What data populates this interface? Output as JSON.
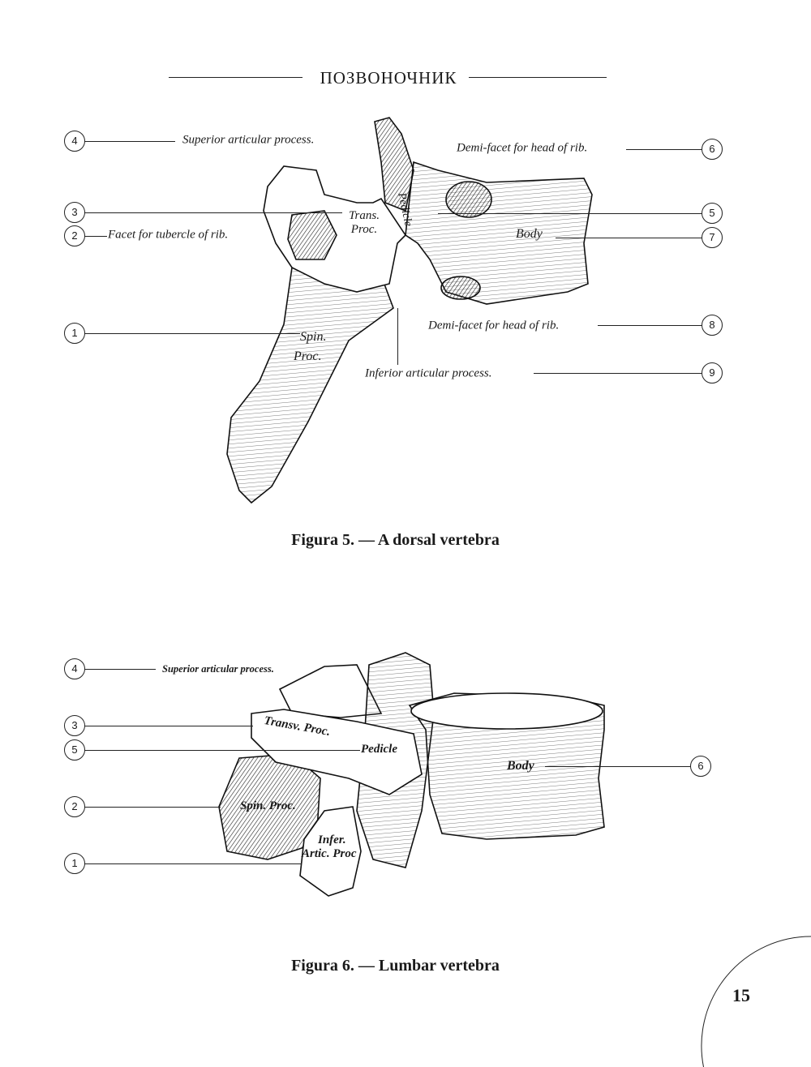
{
  "header": {
    "title": "ПОЗВОНОЧНИК"
  },
  "figure5": {
    "caption": "Figura 5. — A dorsal vertebra",
    "callouts": [
      {
        "num": "4",
        "label": "Superior articular process."
      },
      {
        "num": "6",
        "label": "Demi-facet for head of rib."
      },
      {
        "num": "3",
        "label": "Trans."
      },
      {
        "num": "5",
        "label": "Pedicle"
      },
      {
        "num": "2",
        "label": "Facet for tubercle of rib."
      },
      {
        "num": "7",
        "label": "Body"
      },
      {
        "num": "8",
        "label": "Demi-facet for head of rib."
      },
      {
        "num": "1",
        "label": "Spin."
      },
      {
        "num": "9",
        "label": "Inferior articular process."
      }
    ],
    "trans_line2": "Proc.",
    "spin_line2": "Proc."
  },
  "figure6": {
    "caption": "Figura 6. — Lumbar vertebra",
    "callouts": [
      {
        "num": "4",
        "label": "Superior articular process."
      },
      {
        "num": "3",
        "label": "Transv. Proc."
      },
      {
        "num": "5",
        "label": "Pedicle"
      },
      {
        "num": "6",
        "label": "Body"
      },
      {
        "num": "2",
        "label": "Spin. Proc."
      },
      {
        "num": "1",
        "label": "Infer."
      }
    ],
    "infer_line2": "Artic. Proc"
  },
  "page_number": "15"
}
